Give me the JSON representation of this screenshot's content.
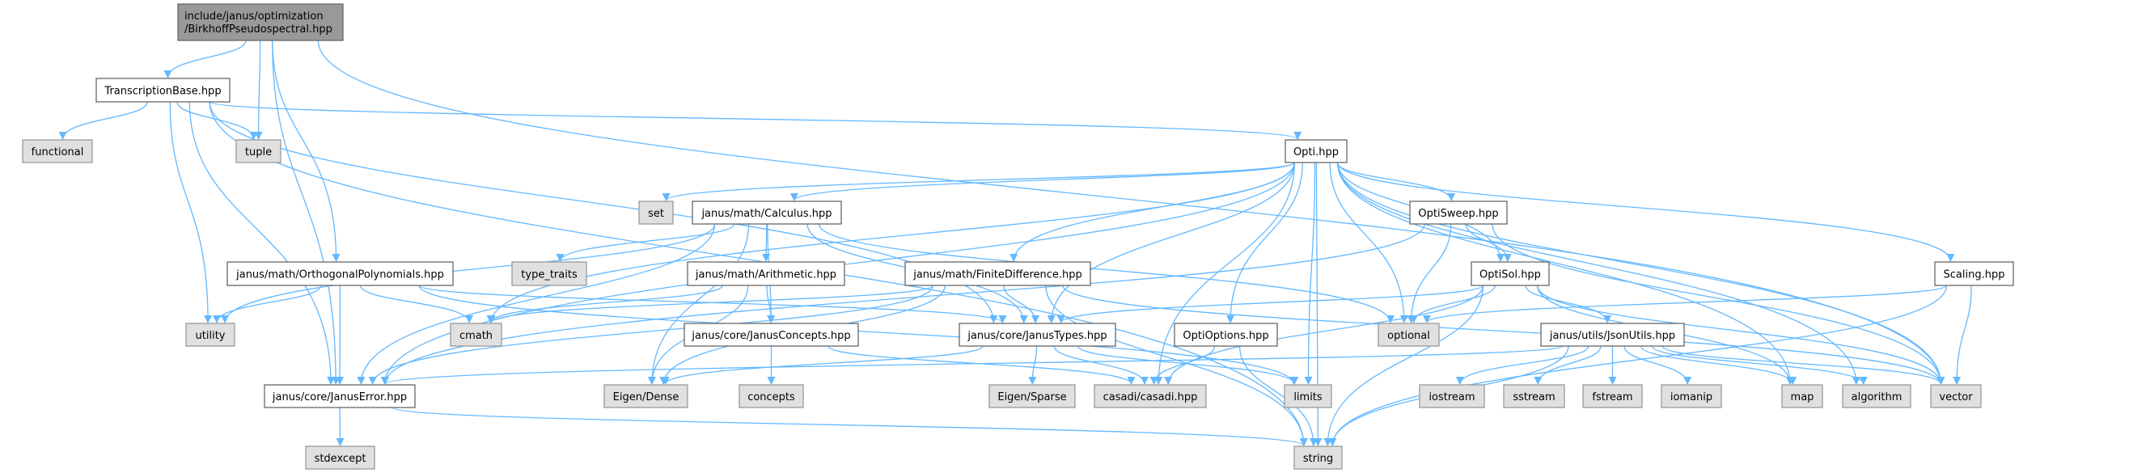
{
  "title": "include/janus/optimization/BirkhoffPseudospectral.hpp",
  "colors": {
    "edge": "#63b8ff",
    "root_fill": "#999999",
    "file_fill": "#ffffff",
    "system_fill": "#e0e0e0",
    "file_border": "#666666",
    "system_border": "#999999"
  },
  "nodes": [
    {
      "id": "root",
      "label": "include/janus/optimization\n/BirkhoffPseudospectral.hpp",
      "kind": "root"
    },
    {
      "id": "tb",
      "label": "TranscriptionBase.hpp",
      "kind": "file"
    },
    {
      "id": "functional",
      "label": "functional",
      "kind": "system"
    },
    {
      "id": "tuple",
      "label": "tuple",
      "kind": "system"
    },
    {
      "id": "opti",
      "label": "Opti.hpp",
      "kind": "file"
    },
    {
      "id": "set",
      "label": "set",
      "kind": "system"
    },
    {
      "id": "calculus",
      "label": "janus/math/Calculus.hpp",
      "kind": "file"
    },
    {
      "id": "optisweep",
      "label": "OptiSweep.hpp",
      "kind": "file"
    },
    {
      "id": "ortho",
      "label": "janus/math/OrthogonalPolynomials.hpp",
      "kind": "file"
    },
    {
      "id": "type_traits",
      "label": "type_traits",
      "kind": "system"
    },
    {
      "id": "arith",
      "label": "janus/math/Arithmetic.hpp",
      "kind": "file"
    },
    {
      "id": "findiff",
      "label": "janus/math/FiniteDifference.hpp",
      "kind": "file"
    },
    {
      "id": "optisol",
      "label": "OptiSol.hpp",
      "kind": "file"
    },
    {
      "id": "scaling",
      "label": "Scaling.hpp",
      "kind": "file"
    },
    {
      "id": "utility",
      "label": "utility",
      "kind": "system"
    },
    {
      "id": "cmath",
      "label": "cmath",
      "kind": "system"
    },
    {
      "id": "concepts_h",
      "label": "janus/core/JanusConcepts.hpp",
      "kind": "file"
    },
    {
      "id": "types",
      "label": "janus/core/JanusTypes.hpp",
      "kind": "file"
    },
    {
      "id": "optiopts",
      "label": "OptiOptions.hpp",
      "kind": "file"
    },
    {
      "id": "optional",
      "label": "optional",
      "kind": "system"
    },
    {
      "id": "json",
      "label": "janus/utils/JsonUtils.hpp",
      "kind": "file"
    },
    {
      "id": "error",
      "label": "janus/core/JanusError.hpp",
      "kind": "file"
    },
    {
      "id": "dense",
      "label": "Eigen/Dense",
      "kind": "system"
    },
    {
      "id": "concepts",
      "label": "concepts",
      "kind": "system"
    },
    {
      "id": "sparse",
      "label": "Eigen/Sparse",
      "kind": "system"
    },
    {
      "id": "casadi",
      "label": "casadi/casadi.hpp",
      "kind": "system"
    },
    {
      "id": "limits",
      "label": "limits",
      "kind": "system"
    },
    {
      "id": "iostream",
      "label": "iostream",
      "kind": "system"
    },
    {
      "id": "sstream",
      "label": "sstream",
      "kind": "system"
    },
    {
      "id": "fstream",
      "label": "fstream",
      "kind": "system"
    },
    {
      "id": "iomanip",
      "label": "iomanip",
      "kind": "system"
    },
    {
      "id": "map",
      "label": "map",
      "kind": "system"
    },
    {
      "id": "algorithm",
      "label": "algorithm",
      "kind": "system"
    },
    {
      "id": "vector",
      "label": "vector",
      "kind": "system"
    },
    {
      "id": "stdexcept",
      "label": "stdexcept",
      "kind": "system"
    },
    {
      "id": "string",
      "label": "string",
      "kind": "system"
    }
  ],
  "edges": [
    [
      "root",
      "tb"
    ],
    [
      "root",
      "tuple"
    ],
    [
      "root",
      "ortho"
    ],
    [
      "root",
      "error"
    ],
    [
      "root",
      "vector"
    ],
    [
      "tb",
      "functional"
    ],
    [
      "tb",
      "tuple"
    ],
    [
      "tb",
      "opti"
    ],
    [
      "tb",
      "error"
    ],
    [
      "tb",
      "utility"
    ],
    [
      "tb",
      "string"
    ],
    [
      "tb",
      "types"
    ],
    [
      "opti",
      "set"
    ],
    [
      "opti",
      "calculus"
    ],
    [
      "opti",
      "optisweep"
    ],
    [
      "opti",
      "optisol"
    ],
    [
      "opti",
      "scaling"
    ],
    [
      "opti",
      "optiopts"
    ],
    [
      "opti",
      "findiff"
    ],
    [
      "opti",
      "types"
    ],
    [
      "opti",
      "error"
    ],
    [
      "opti",
      "cmath"
    ],
    [
      "opti",
      "optional"
    ],
    [
      "opti",
      "casadi"
    ],
    [
      "opti",
      "limits"
    ],
    [
      "opti",
      "map"
    ],
    [
      "opti",
      "algorithm"
    ],
    [
      "opti",
      "vector"
    ],
    [
      "opti",
      "string"
    ],
    [
      "calculus",
      "type_traits"
    ],
    [
      "calculus",
      "arith"
    ],
    [
      "calculus",
      "concepts_h"
    ],
    [
      "calculus",
      "types"
    ],
    [
      "calculus",
      "optional"
    ],
    [
      "calculus",
      "dense"
    ],
    [
      "calculus",
      "error"
    ],
    [
      "calculus",
      "utility"
    ],
    [
      "optisweep",
      "optisol"
    ],
    [
      "optisweep",
      "optional"
    ],
    [
      "optisweep",
      "vector"
    ],
    [
      "optisweep",
      "error"
    ],
    [
      "ortho",
      "utility"
    ],
    [
      "ortho",
      "cmath"
    ],
    [
      "ortho",
      "error"
    ],
    [
      "ortho",
      "types"
    ],
    [
      "ortho",
      "limits"
    ],
    [
      "arith",
      "cmath"
    ],
    [
      "arith",
      "concepts_h"
    ],
    [
      "arith",
      "dense"
    ],
    [
      "findiff",
      "types"
    ],
    [
      "findiff",
      "cmath"
    ],
    [
      "findiff",
      "error"
    ],
    [
      "findiff",
      "dense"
    ],
    [
      "findiff",
      "string"
    ],
    [
      "findiff",
      "vector"
    ],
    [
      "optisol",
      "types"
    ],
    [
      "optisol",
      "optional"
    ],
    [
      "optisol",
      "json"
    ],
    [
      "optisol",
      "casadi"
    ],
    [
      "optisol",
      "string"
    ],
    [
      "optisol",
      "map"
    ],
    [
      "optisol",
      "vector"
    ],
    [
      "scaling",
      "optional"
    ],
    [
      "scaling",
      "vector"
    ],
    [
      "scaling",
      "string"
    ],
    [
      "concepts_h",
      "concepts"
    ],
    [
      "concepts_h",
      "casadi"
    ],
    [
      "types",
      "dense"
    ],
    [
      "types",
      "sparse"
    ],
    [
      "types",
      "casadi"
    ],
    [
      "types",
      "limits"
    ],
    [
      "optiopts",
      "casadi"
    ],
    [
      "optiopts",
      "string"
    ],
    [
      "json",
      "error"
    ],
    [
      "json",
      "iostream"
    ],
    [
      "json",
      "sstream"
    ],
    [
      "json",
      "fstream"
    ],
    [
      "json",
      "iomanip"
    ],
    [
      "json",
      "map"
    ],
    [
      "json",
      "algorithm"
    ],
    [
      "json",
      "vector"
    ],
    [
      "json",
      "string"
    ],
    [
      "error",
      "string"
    ],
    [
      "error",
      "stdexcept"
    ]
  ]
}
